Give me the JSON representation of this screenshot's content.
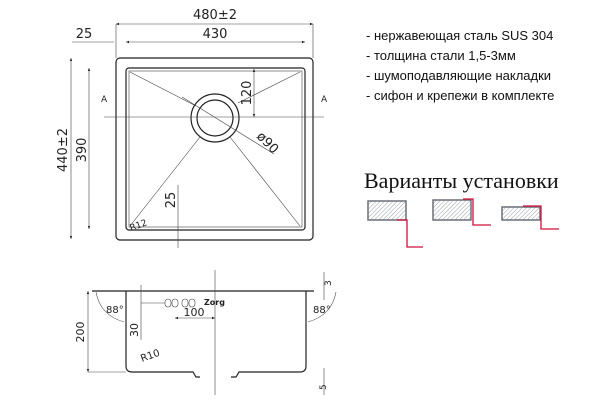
{
  "features": [
    "- нержавеющая сталь SUS 304",
    "- толщина стали 1,5-3мм",
    "- шумоподавляющие накладки",
    "- сифон и крепежи в комплекте"
  ],
  "install_title": "Варианты установки",
  "top_view": {
    "width_total": "480±2",
    "width_inner": "430",
    "offset": "25",
    "height_total": "440±2",
    "height_inner": "390",
    "drain_offset": "120",
    "drain_diameter": "ø90",
    "bottom_offset": "25",
    "radius": "R12",
    "section_mark": "A"
  },
  "side_view": {
    "depth": "200",
    "overflow_height": "30",
    "overflow_distance": "100",
    "radius": "R10",
    "angle": "88°",
    "rim": "3",
    "bottom": "5",
    "logo": "Zorg"
  },
  "colors": {
    "line": "#222222",
    "accent": "#d0103a",
    "hatch": "#8a9098"
  }
}
